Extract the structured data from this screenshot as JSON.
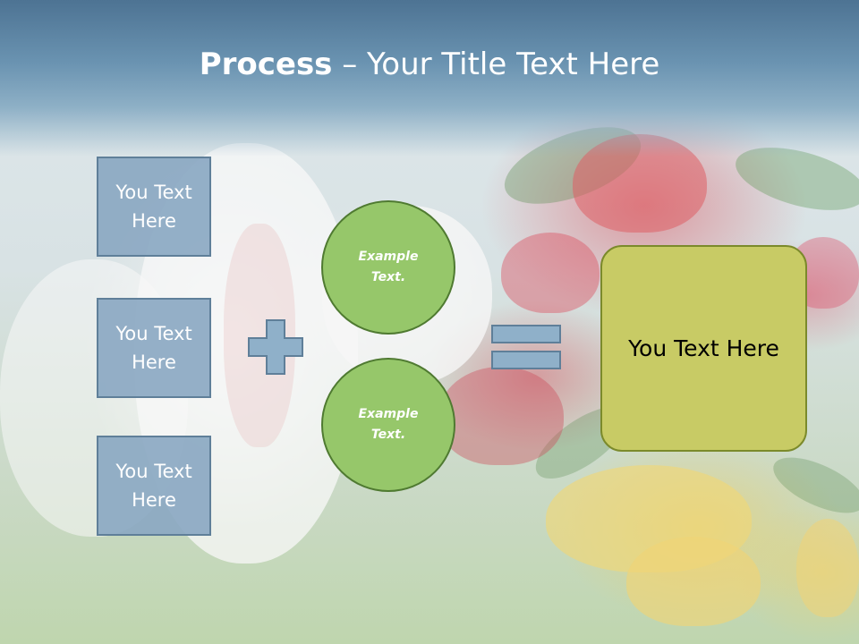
{
  "slide": {
    "title_bold": "Process",
    "title_rest": " – Your Title Text Here",
    "boxes": [
      {
        "label": "You Text Here"
      },
      {
        "label": "You Text Here"
      },
      {
        "label": "You Text Here"
      }
    ],
    "circles": [
      {
        "label": "Example Text."
      },
      {
        "label": "Example Text."
      }
    ],
    "result": {
      "label": "You Text Here"
    },
    "icons": {
      "plus": "plus-icon",
      "equals": "equals-icon"
    },
    "colors": {
      "title_band": "#5a82a2",
      "box_fill": "#8ba8c2",
      "box_border": "#5f7f99",
      "circle_fill": "#96c76a",
      "circle_border": "#4f7a31",
      "result_fill": "#c8cb65",
      "result_border": "#7b8a2b"
    }
  }
}
